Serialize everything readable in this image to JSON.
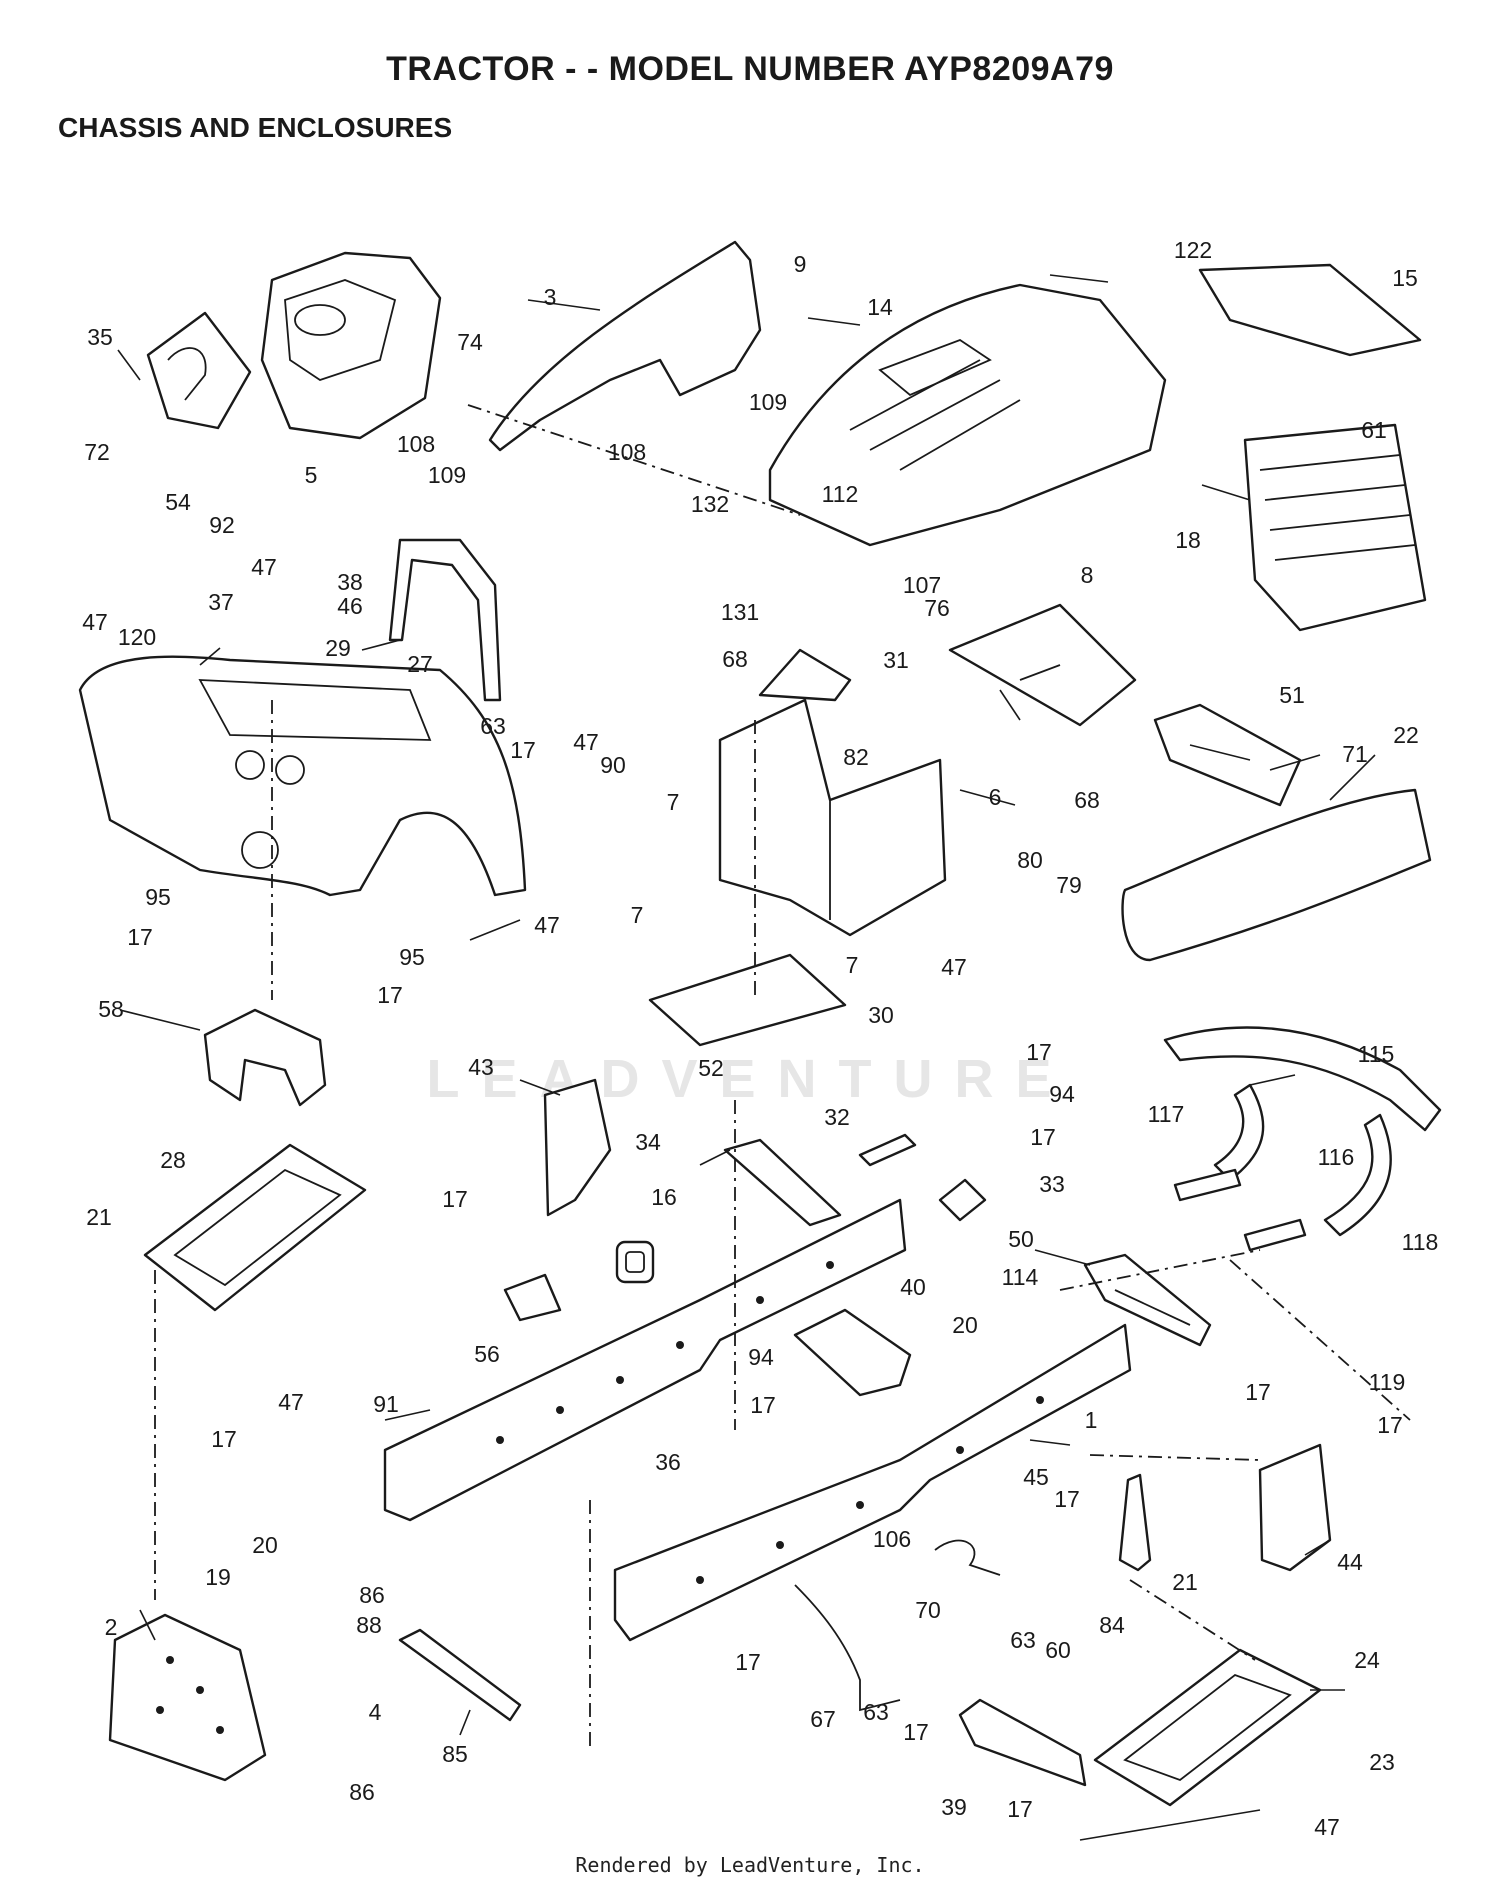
{
  "title": "TRACTOR - - MODEL NUMBER AYP8209A79",
  "subtitle": "CHASSIS AND ENCLOSURES",
  "footer": "Rendered by LeadVenture, Inc.",
  "watermark": "LEADVENTURE",
  "callouts": [
    {
      "id": "c1",
      "text": "35"
    },
    {
      "id": "c2",
      "text": "72"
    },
    {
      "id": "c3",
      "text": "54"
    },
    {
      "id": "c4",
      "text": "92"
    },
    {
      "id": "c5",
      "text": "5"
    },
    {
      "id": "c6",
      "text": "74"
    },
    {
      "id": "c7",
      "text": "108"
    },
    {
      "id": "c8",
      "text": "109"
    },
    {
      "id": "c9",
      "text": "3"
    },
    {
      "id": "c10",
      "text": "9"
    },
    {
      "id": "c11",
      "text": "14"
    },
    {
      "id": "c12",
      "text": "109"
    },
    {
      "id": "c13",
      "text": "108"
    },
    {
      "id": "c14",
      "text": "132"
    },
    {
      "id": "c15",
      "text": "112"
    },
    {
      "id": "c16",
      "text": "122"
    },
    {
      "id": "c17",
      "text": "15"
    },
    {
      "id": "c18",
      "text": "61"
    },
    {
      "id": "c19",
      "text": "18"
    },
    {
      "id": "c20",
      "text": "47"
    },
    {
      "id": "c21",
      "text": "37"
    },
    {
      "id": "c22",
      "text": "47"
    },
    {
      "id": "c23",
      "text": "120"
    },
    {
      "id": "c24",
      "text": "38"
    },
    {
      "id": "c25",
      "text": "46"
    },
    {
      "id": "c26",
      "text": "29"
    },
    {
      "id": "c27",
      "text": "27"
    },
    {
      "id": "c28",
      "text": "63"
    },
    {
      "id": "c29",
      "text": "17"
    },
    {
      "id": "c30",
      "text": "107"
    },
    {
      "id": "c31",
      "text": "76"
    },
    {
      "id": "c32",
      "text": "131"
    },
    {
      "id": "c33",
      "text": "8"
    },
    {
      "id": "c34",
      "text": "68"
    },
    {
      "id": "c35",
      "text": "31"
    },
    {
      "id": "c36",
      "text": "47"
    },
    {
      "id": "c37",
      "text": "90"
    },
    {
      "id": "c38",
      "text": "82"
    },
    {
      "id": "c39",
      "text": "6"
    },
    {
      "id": "c40",
      "text": "68"
    },
    {
      "id": "c41",
      "text": "51"
    },
    {
      "id": "c42",
      "text": "71"
    },
    {
      "id": "c43",
      "text": "22"
    },
    {
      "id": "c44",
      "text": "7"
    },
    {
      "id": "c45",
      "text": "80"
    },
    {
      "id": "c46",
      "text": "79"
    },
    {
      "id": "c47",
      "text": "7"
    },
    {
      "id": "c48",
      "text": "7"
    },
    {
      "id": "c49",
      "text": "47"
    },
    {
      "id": "c50",
      "text": "30"
    },
    {
      "id": "c51",
      "text": "95"
    },
    {
      "id": "c52",
      "text": "17"
    },
    {
      "id": "c53",
      "text": "47"
    },
    {
      "id": "c54",
      "text": "95"
    },
    {
      "id": "c55",
      "text": "17"
    },
    {
      "id": "c56",
      "text": "58"
    },
    {
      "id": "c57",
      "text": "17"
    },
    {
      "id": "c58",
      "text": "94"
    },
    {
      "id": "c59",
      "text": "17"
    },
    {
      "id": "c60",
      "text": "115"
    },
    {
      "id": "c61",
      "text": "117"
    },
    {
      "id": "c62",
      "text": "116"
    },
    {
      "id": "c63",
      "text": "43"
    },
    {
      "id": "c64",
      "text": "52"
    },
    {
      "id": "c65",
      "text": "32"
    },
    {
      "id": "c66",
      "text": "34"
    },
    {
      "id": "c67",
      "text": "33"
    },
    {
      "id": "c68",
      "text": "28"
    },
    {
      "id": "c69",
      "text": "21"
    },
    {
      "id": "c70",
      "text": "16"
    },
    {
      "id": "c71",
      "text": "17"
    },
    {
      "id": "c72",
      "text": "50"
    },
    {
      "id": "c73",
      "text": "118"
    },
    {
      "id": "c74",
      "text": "114"
    },
    {
      "id": "c75",
      "text": "40"
    },
    {
      "id": "c76",
      "text": "56"
    },
    {
      "id": "c77",
      "text": "47"
    },
    {
      "id": "c78",
      "text": "20"
    },
    {
      "id": "c79",
      "text": "94"
    },
    {
      "id": "c80",
      "text": "119"
    },
    {
      "id": "c81",
      "text": "17"
    },
    {
      "id": "c82",
      "text": "91"
    },
    {
      "id": "c83",
      "text": "17"
    },
    {
      "id": "c84",
      "text": "1"
    },
    {
      "id": "c85",
      "text": "17"
    },
    {
      "id": "c86",
      "text": "36"
    },
    {
      "id": "c87",
      "text": "17"
    },
    {
      "id": "c88",
      "text": "45"
    },
    {
      "id": "c89",
      "text": "17"
    },
    {
      "id": "c90",
      "text": "20"
    },
    {
      "id": "c91",
      "text": "19"
    },
    {
      "id": "c92",
      "text": "106"
    },
    {
      "id": "c93",
      "text": "70"
    },
    {
      "id": "c94",
      "text": "21"
    },
    {
      "id": "c95",
      "text": "44"
    },
    {
      "id": "c96",
      "text": "86"
    },
    {
      "id": "c97",
      "text": "88"
    },
    {
      "id": "c98",
      "text": "63"
    },
    {
      "id": "c99",
      "text": "60"
    },
    {
      "id": "c100",
      "text": "84"
    },
    {
      "id": "c101",
      "text": "2"
    },
    {
      "id": "c102",
      "text": "17"
    },
    {
      "id": "c103",
      "text": "24"
    },
    {
      "id": "c104",
      "text": "4"
    },
    {
      "id": "c105",
      "text": "85"
    },
    {
      "id": "c106",
      "text": "67"
    },
    {
      "id": "c107",
      "text": "63"
    },
    {
      "id": "c108",
      "text": "17"
    },
    {
      "id": "c109",
      "text": "23"
    },
    {
      "id": "c110",
      "text": "39"
    },
    {
      "id": "c111",
      "text": "86"
    },
    {
      "id": "c112",
      "text": "17"
    },
    {
      "id": "c113",
      "text": "47"
    }
  ]
}
